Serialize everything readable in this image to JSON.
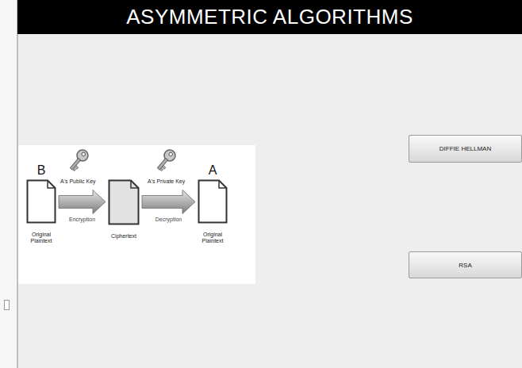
{
  "diagram": {
    "title": "ASYMMETRIC ALGORITHMS",
    "nodes": [
      {
        "text": [
          "B",
          "Original Plaintext"
        ]
      },
      {
        "text": [
          "Ciphertext"
        ]
      },
      {
        "text": [
          "A",
          "Original Plaintext"
        ]
      },
      {
        "text": [
          "DIFFIE HELLMAN"
        ]
      },
      {
        "text": [
          "RSA"
        ]
      }
    ],
    "edges": [
      {
        "from": 0,
        "to": 1,
        "label": "Encryption",
        "arrow": "to"
      },
      {
        "from": 1,
        "to": 2,
        "label": "Decryption",
        "arrow": "to"
      }
    ],
    "labels": [
      "A's Public Key",
      "A's Private Key"
    ]
  }
}
